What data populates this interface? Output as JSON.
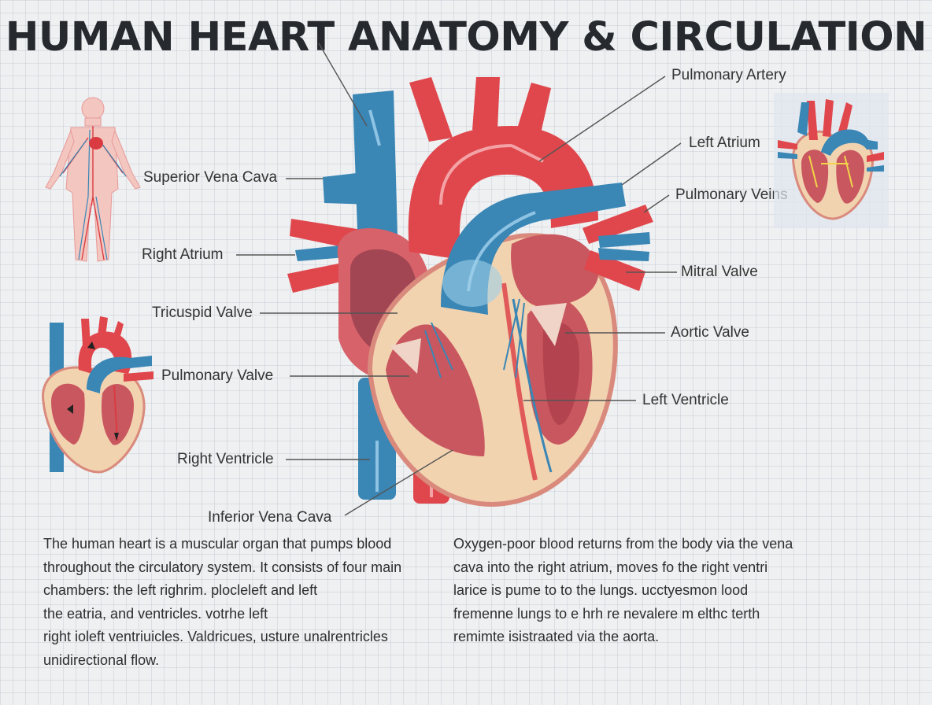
{
  "title": "HUMAN HEART ANATOMY & CIRCULATION",
  "labels": {
    "superior_vena_cava": "Superior Vena Cava",
    "right_atrium": "Right Atrium",
    "tricuspid_valve": "Tricuspid Valve",
    "pulmonary_valve": "Pulmonary Valve",
    "right_ventricle": "Right Ventricle",
    "inferior_vena_cava": "Inferior Vena Cava",
    "pulmonary_artery": "Pulmonary Artery",
    "left_atrium": "Left Atrium",
    "pulmonary_veins": "Pulmonary Veins",
    "mitral_valve": "Mitral Valve",
    "aortic_valve": "Aortic Valve",
    "left_ventricle": "Left Ventricle"
  },
  "paragraph_left": [
    "The human heart is a muscular organ that pumps blood",
    "throughout the circulatory system. It consists of four main",
    "chambers: the left righrim.            plocleleft and left",
    "the eatria, and  ventricles.                      votrhe left",
    "right ioleft ventriuicles. Valdricues, usture unalrentricles",
    "unidirectional flow."
  ],
  "paragraph_right": [
    "Oxygen-poor blood returns from the body via the vena",
    "cava into the right atrium, moves fo the right ventri",
    "larice is pume to to the lungs.  ucctyesmon  lood",
    "fremenne lungs to e hrh  re  nevalere m elthc  terth",
    "remimte isistraated via the aorta."
  ],
  "colors": {
    "artery_red": "#e0474c",
    "vein_blue": "#3a86b5",
    "muscle_pink": "#c9575f",
    "myocardium_tan": "#f2d3b0",
    "title": "#262a2e"
  }
}
